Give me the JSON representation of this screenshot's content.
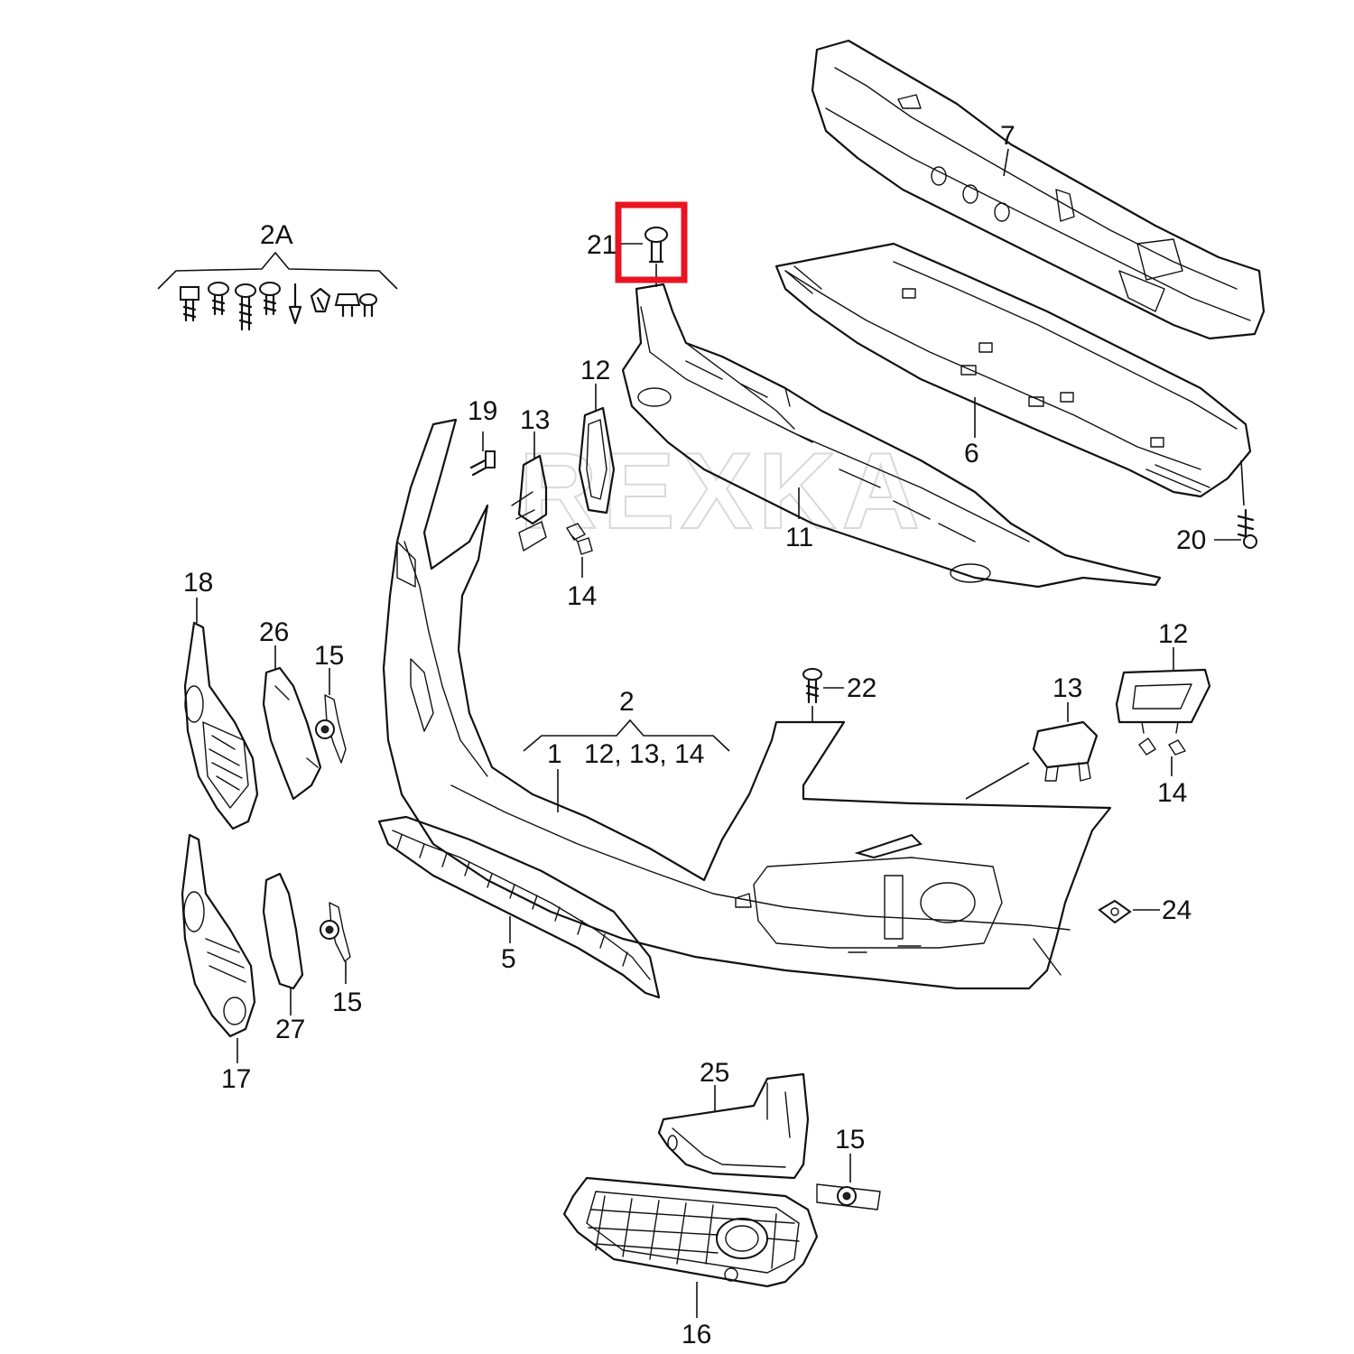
{
  "watermark": "REXKA",
  "highlight_color": "#e8141f",
  "callouts": {
    "c2A": "2A",
    "c7": "7",
    "c21": "21",
    "c12a": "12",
    "c19": "19",
    "c13a": "13",
    "c6": "6",
    "c11": "11",
    "c20": "20",
    "c14a": "14",
    "c18": "18",
    "c26": "26",
    "c15a": "15",
    "c12b": "12",
    "c22": "22",
    "c13b": "13",
    "c2": "2",
    "c1": "1",
    "c2sub": "12, 13, 14",
    "c14b": "14",
    "c24": "24",
    "c5": "5",
    "c15b": "15",
    "c27": "27",
    "c17": "17",
    "c25": "25",
    "c15c": "15",
    "c16": "16"
  }
}
